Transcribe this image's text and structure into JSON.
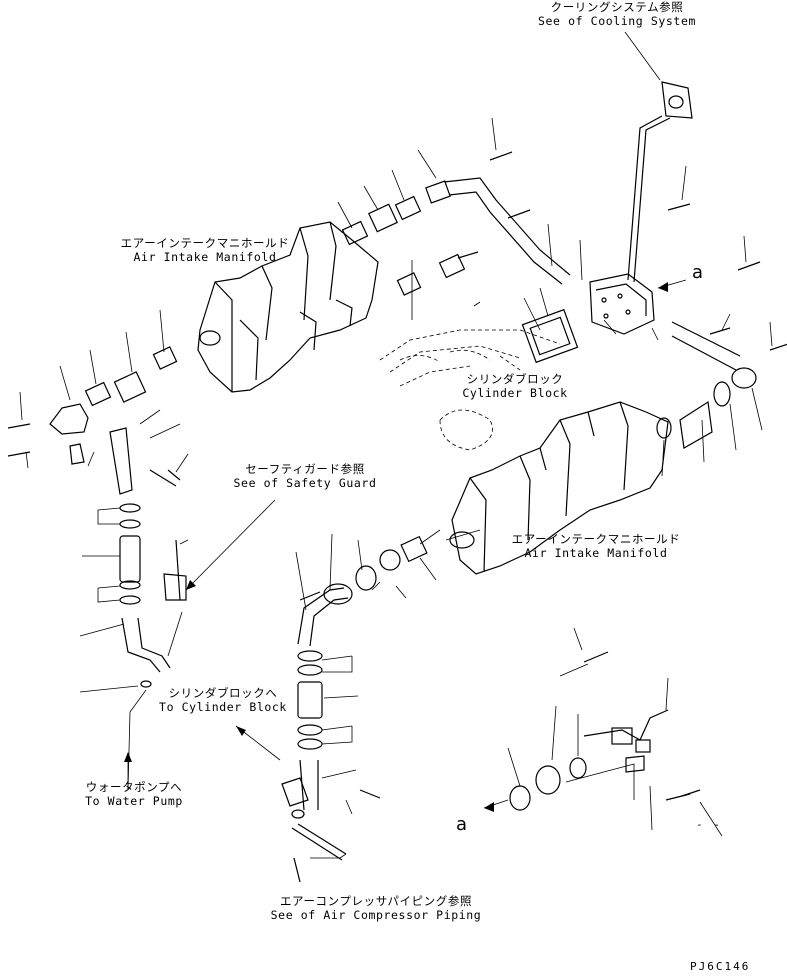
{
  "callouts": {
    "cooling": {
      "jp": "クーリングシステム参照",
      "en": "See of Cooling System"
    },
    "intake_upper": {
      "jp": "エアーインテークマニホールド",
      "en": "Air Intake Manifold"
    },
    "block_center": {
      "jp": "シリンダブロック",
      "en": "Cylinder Block"
    },
    "safety_guard": {
      "jp": "セーフティガード参照",
      "en": "See of Safety Guard"
    },
    "intake_lower": {
      "jp": "エアーインテークマニホールド",
      "en": "Air Intake Manifold"
    },
    "to_block": {
      "jp": "シリンダブロックへ",
      "en": "To Cylinder Block"
    },
    "water_pump": {
      "jp": "ウォータポンプへ",
      "en": "To Water Pump"
    },
    "compressor": {
      "jp": "エアーコンプレッサパイピング参照",
      "en": "See of Air Compressor Piping"
    }
  },
  "ref_marks": {
    "upper": "a",
    "lower": "a"
  },
  "dashes": "- -",
  "drawing_code": "PJ6C146"
}
